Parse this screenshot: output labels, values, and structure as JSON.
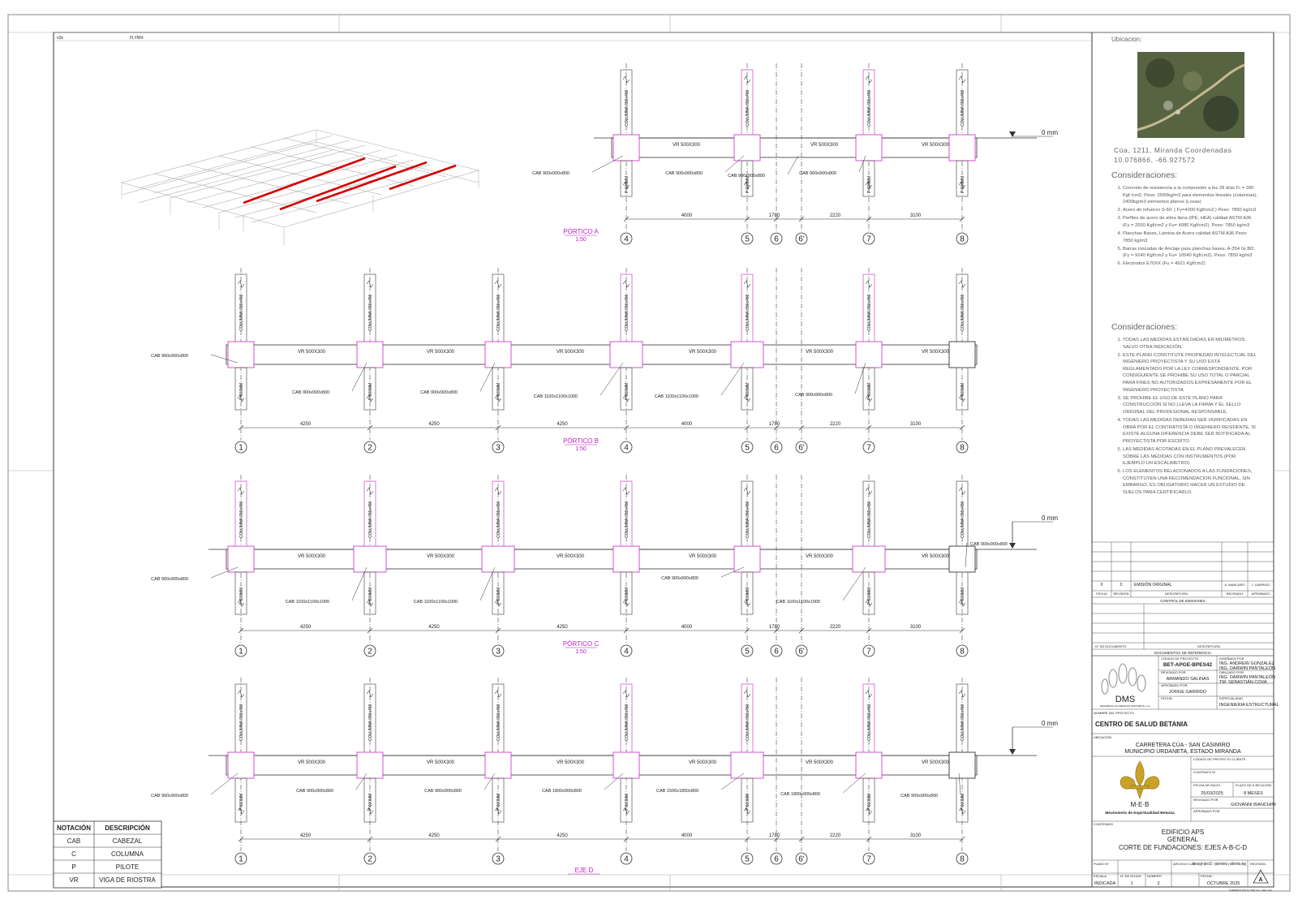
{
  "corner_left": "n3s",
  "corner_right": "FLYNN-",
  "ubicacion_label": "Ubicacion:",
  "location_text": "Cúa, 1211, Miranda Coordenadas 10.076866, -66.927572",
  "considerations_1": {
    "title": "Consideraciones:",
    "items": [
      "Concreto de resistencia a la compresión a los 28 días f'c = 280 Kgf /cm2, Peso: 2500kg/m3 para elementos lineales (columnas); 2400kg/m3 elementos planos (Losas)",
      "Acero de refuerzo S-60: ( Fy=4200 Kgf/cm2.)  Peso: 7850 kg/m3",
      "Perfiles de acero de alma llena (IPE, HEA) calidad ASTM A36 (Fy = 2530 Kgf/cm2 y Fu= 4080 Kgf/cm2). Peso: 7850 kg/m3",
      "Planchas Bases, Lámina de Acero calidad ASTM A36 Peso: 7850 kg/m3",
      "Barras roscadas de Anclaje para planchas bases, A-354 Gr.BD. (Fy = 9140 Kgf/cm2 y Fu= 10540 Kgf/cm2). Peso: 7850 kg/m3",
      "Electrodos E70XX (Fu = 4921 Kgf/cm2)"
    ]
  },
  "considerations_2": {
    "title": "Consideraciones:",
    "items": [
      "TODAS LAS MEDIDAS ESTÁN DADAS EN MILIMETROS, SALVO OTRA INDICACIÓN.",
      "ESTE PLANO CONSTITUYE PROPIEDAD INTELECTUAL DEL INGENIERO PROYECTISTA Y SU USO ESTÁ REGLAMENTADO POR LA LEY CORRESPONDIENTE, POR CONSIGUIENTE SE PROHIBE SU USO TOTAL O PARCIAL PARA FINES NO AUTORIZADOS EXPRESAMENTE POR EL INGENIERO PROYECTISTA.",
      "SE PROHIBE EL USO DE ESTE PLANO PARA CONSTRUCCIÓN SI NO LLEVA LA FIRMA Y EL SELLO ORIGINAL DEL PROFESIONAL RESPONSABLE.",
      "TODAS LAS MEDIDAS DEBERAN SER VERIFICADAS EN OBRA POR EL CONTRATISTA O INGENIERO RESIDENTE, SI EXISTE ALGUNA DIFERENCIA DEBE SER NOTIFICADA AL PROYECTISTA POR ESCRITO.",
      "LAS MEDIDAS ACOTADAS EN EL PLANO PREVALECEN SOBRE LAS MEDIDAS CON INSTRUMENTOS (POR EJEMPLO UN ESCALIMETRO).",
      "LOS ELEMENTOS RELACIONADOS A LAS FUNDACIONES, CONSTITUYEN UNA RECOMENDACION FUNCIONAL, SIN EMBARGO, ES OBLIGATORIO HACER UN ESTUDIO DE SUELOS PARA CERTIFICARLO."
    ]
  },
  "emissions": {
    "row": [
      "0",
      "0",
      "EMISIÓN ORIGINAL",
      "A. MANCARO",
      "J. GARRIDO"
    ],
    "headers": [
      "FECHA",
      "REVISIÓN",
      "DESCRIPCIÓN",
      "REVISADO",
      "APROBADO"
    ],
    "title": "CONTROL DE EMISIONES",
    "doc_headers": [
      "N° DE DOCUMENTO",
      "DESCRIPCIÓN"
    ],
    "doc_title": "DOCUMENTOS DE REFERENCIA"
  },
  "title_block": {
    "codigo_label": "CÓDIGO DE PROYECTO",
    "codigo": "BET-APGE-BPES42",
    "revisado_label": "REVISADO POR",
    "revisado": "ARMANDO SALINAS",
    "aprobado_label": "APROBADO POR",
    "aprobado": "JORGE GARRIDO",
    "fecha_label": "FECHA:",
    "disenado_label": "DISEÑADO POR",
    "disenado_1": "ING. ANDREW GONZALEZ",
    "disenado_2": "ING. DARWIN PANTALEÓN",
    "dibujado_label": "DIBUJADO POR",
    "dibujado_1": "ING. DARWIN PANTALEÓN",
    "dibujado_2": "TM. SEBASTIÁN COVA",
    "especialidad_label": "ESPECIALIDAD",
    "especialidad": "INGENIERIA ESTRUCTURAL",
    "dms_logo": "DMS",
    "dms_sub": "DESARROLLOS MEDICOS SANTAMOS, C.A.",
    "nombre_label": "NOMBRE DEL PROYECTO",
    "nombre": "CENTRO DE SALUD BETANIA",
    "ubic_label": "UBICACIÓN",
    "ubic_1": "CARRETERA CÚA - SAN CASIMIRO",
    "ubic_2": "MUNICIPIO URDANETA, ESTADO MIRANDA",
    "cod_cliente_label": "CÓDIGO DE PROYECTO CLIENTE",
    "contrato_label": "CONTRATO N°",
    "fecha_inicio_label": "FECHA DE INICIO",
    "fecha_inicio": "25/03/2025",
    "plazo_label": "PLAZO DE EJECUCIÓN",
    "plazo": "8 MESES",
    "revisado2_label": "REVISADO POR",
    "revisado2": "GIOVANNI BIANCHINI",
    "aprobado2_label": "APROBADO POR",
    "meb_logo": "M·E·B",
    "meb_text": "Movimiento de Espiritualidad Betania",
    "contenido_label": "CONTENIDO",
    "contenido_1": "EDIFICIO APS",
    "contenido_2": "GENERAL",
    "contenido_3": "CORTE DE FUNDACIONES: EJES A-B-C-D",
    "plano_label": "PLANO N°",
    "archivo_label": "ARCHIVO CAD",
    "archivo": "bet-apgb-dpes31 - planimetria y altimetria.dwg",
    "revision_label": "REVISIÓN",
    "revision": "A",
    "escala_label": "ESCALA",
    "escala": "INDICADA",
    "hojas_label": "N° DE HOJAS",
    "hojas": "1",
    "numero_label": "NÚMERO",
    "numero": "2",
    "fecha2_label": "FECHA:",
    "fecha2": "OCTUBRE 2025",
    "formato": "FORMATO ISO A1 (594 mm x 841 mm)"
  },
  "legend": {
    "headers": [
      "NOTACIÓN",
      "DESCRIPCIÓN"
    ],
    "rows": [
      [
        "CAB",
        "CABEZAL"
      ],
      [
        "C",
        "COLUMNA"
      ],
      [
        "P",
        "PILOTE"
      ],
      [
        "VR",
        "VIGA DE RIOSTRA"
      ]
    ]
  },
  "drawing": {
    "level_label": "0 mm",
    "beam_label": "VR 500X300",
    "pile_label": "P 600MM",
    "col_label": "COLUMNA 650x450",
    "axes": [
      "1",
      "2",
      "3",
      "4",
      "5",
      "6",
      "6'",
      "7",
      "8"
    ],
    "portico_a": {
      "title": "PÓRTICO A",
      "scale": "1:50",
      "dims": [
        "4000",
        "1780",
        "2220",
        "3100"
      ],
      "caps": [
        "CAB 900x900x800",
        "CAB 900x900x800",
        "CAB 900x900x800",
        "CAB 900x900x800"
      ]
    },
    "portico_b": {
      "title": "PÓRTICO B",
      "scale": "1:50",
      "dims": [
        "4250",
        "4250",
        "4250",
        "4000",
        "1780",
        "2220",
        "3100"
      ],
      "caps": [
        "CAB 900x900x800",
        "CAB 900x900x800",
        "CAB 900x900x800",
        "CAB 1100x1100x1000",
        "CAB 1100x1100x1000",
        "CAB 900x900x800"
      ]
    },
    "portico_c": {
      "title": "PÓRTICO C",
      "scale": "1:50",
      "dims": [
        "4250",
        "4250",
        "4250",
        "4000",
        "1780",
        "2220",
        "3100"
      ],
      "caps": [
        "CAB 900x900x800",
        "CAB 1100x1100x1000",
        "CAB 1100x1100x1000",
        "CAB 900x900x800",
        "CAB 1100x1100x1000",
        "CAB 900x900x800"
      ]
    },
    "eje_d": {
      "title": "EJE D",
      "dims": [
        "4250",
        "4250",
        "4250",
        "4000",
        "1780",
        "2220",
        "3100"
      ],
      "caps": [
        "CAB 900x900x800",
        "CAB 900x900x800",
        "CAB 900x900x800",
        "CAB 1800x900x800",
        "CAB 1500x1850x800",
        "CAB 1800x900x800",
        "CAB 900x900x800"
      ]
    }
  }
}
